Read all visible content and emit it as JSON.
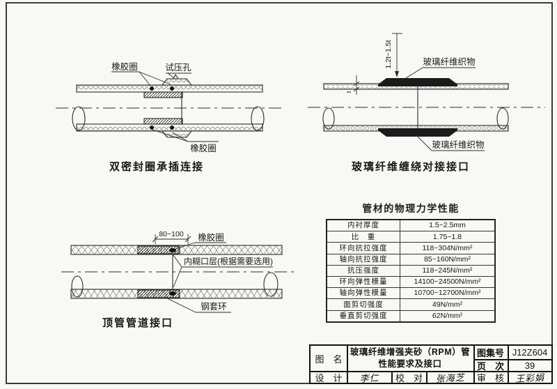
{
  "page": {
    "background": "#f8f8f5",
    "line_color": "#2a2a2a"
  },
  "diagram_socket": {
    "label_rubber_ring_top": "橡胶圈",
    "label_test_hole": "试压孔",
    "label_rubber_ring_bottom": "橡胶圈",
    "caption": "双密封圈承插连接"
  },
  "diagram_wrap": {
    "dim_vertical": "1.2t~1.5t",
    "dim_thickness": "t",
    "label_fiber_top": "玻璃纤维织物",
    "label_fiber_bottom": "玻璃纤维织物",
    "caption": "玻璃纤维缠绕对接接口"
  },
  "diagram_jacking": {
    "dim_width": "80~100",
    "label_rubber_ring": "橡胶圈",
    "label_liner": "内糊口层(根据需要选用)",
    "label_steel_sleeve": "钢套环",
    "caption": "顶管管道接口"
  },
  "table": {
    "title": "管材的物理力学性能",
    "rows": [
      {
        "label": "内衬厚度",
        "value": "1.5~2.5mm"
      },
      {
        "label": "比　重",
        "value": "1.75~1.8"
      },
      {
        "label": "环向抗拉强度",
        "value": "118~304N/mm²"
      },
      {
        "label": "轴向抗拉强度",
        "value": "85~160N/mm²"
      },
      {
        "label": "抗压强度",
        "value": "118~245N/mm²"
      },
      {
        "label": "环向弹性模量",
        "value": "14100~24500N/mm²"
      },
      {
        "label": "轴向弹性模量",
        "value": "10700~12700N/mm²"
      },
      {
        "label": "面剪切强度",
        "value": "49N/mm²"
      },
      {
        "label": "垂直剪切强度",
        "value": "62N/mm²"
      }
    ]
  },
  "title_block": {
    "name_label": "图　名",
    "name_line1": "玻璃纤维增强夹砂（RPM）管",
    "name_line2": "性能要求及接口",
    "atlas_no_label": "图集号",
    "atlas_no": "J12Z604",
    "page_label": "页　次",
    "page_no": "39",
    "design_label": "设　计",
    "design_sig": "李仁",
    "check_label": "校　对",
    "check_sig": "张海芝",
    "review_label": "审　核",
    "review_sig": "王彩娟"
  }
}
